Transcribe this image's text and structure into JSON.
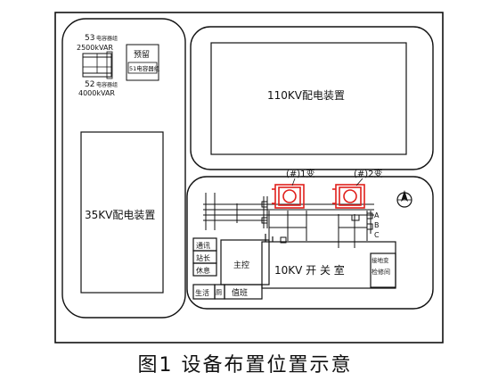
{
  "caption": "图1   设备布置位置示意",
  "labels": {
    "cap53_name": "53",
    "cap53_sub": "电容器组",
    "cap53_rating": "2500kVAR",
    "cap52_name": "52",
    "cap52_sub": "电容器组",
    "cap52_rating": "4000kVAR",
    "reserved": "预留",
    "cap51": "51电容器组",
    "yard110": "110KV配电装置",
    "yard35": "35KV配电装置",
    "transformer1": "(#)1变",
    "transformer2": "(#)2变",
    "phase_a": "A",
    "phase_b": "B",
    "phase_c": "C",
    "comm": "通讯",
    "station_master": "站长",
    "rest": "休息",
    "living": "生活",
    "toilet": "厕",
    "main_control": "主控",
    "duty": "值班",
    "switch_room": "10KV  开  关  室",
    "grounding": "接地变",
    "repair": "检修间"
  },
  "colors": {
    "line": "#111111",
    "transformer": "#e0201c",
    "background": "#ffffff"
  }
}
